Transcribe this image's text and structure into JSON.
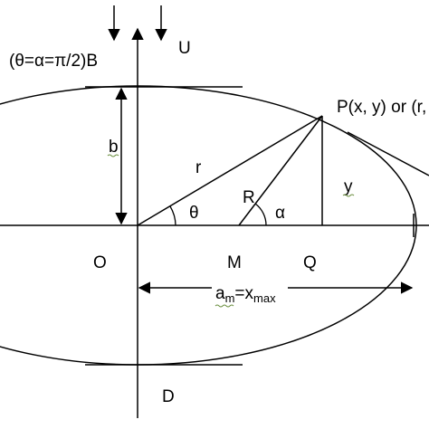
{
  "figure": {
    "arrow_label_top": "U",
    "arrow_label_bottom": "D",
    "point_B_label": "(θ=α=π/2)B",
    "point_P_label": "P(x, y) or (r, θ)",
    "origin_label": "O",
    "center_M_label": "M",
    "foot_Q_label": "Q",
    "semi_minor_label": "b",
    "radius_r_label": "r",
    "radius_R_label": "R",
    "ordinate_y_label": "y",
    "angle_theta_label": "θ",
    "angle_alpha_label": "α",
    "semi_major_main": "a",
    "semi_major_main_sub": "m",
    "semi_major_eq": "=x",
    "semi_major_eq_sub": "max"
  },
  "colors": {
    "line": "#000000",
    "squiggle_underline": "#6a8f3e",
    "background": "#ffffff"
  }
}
